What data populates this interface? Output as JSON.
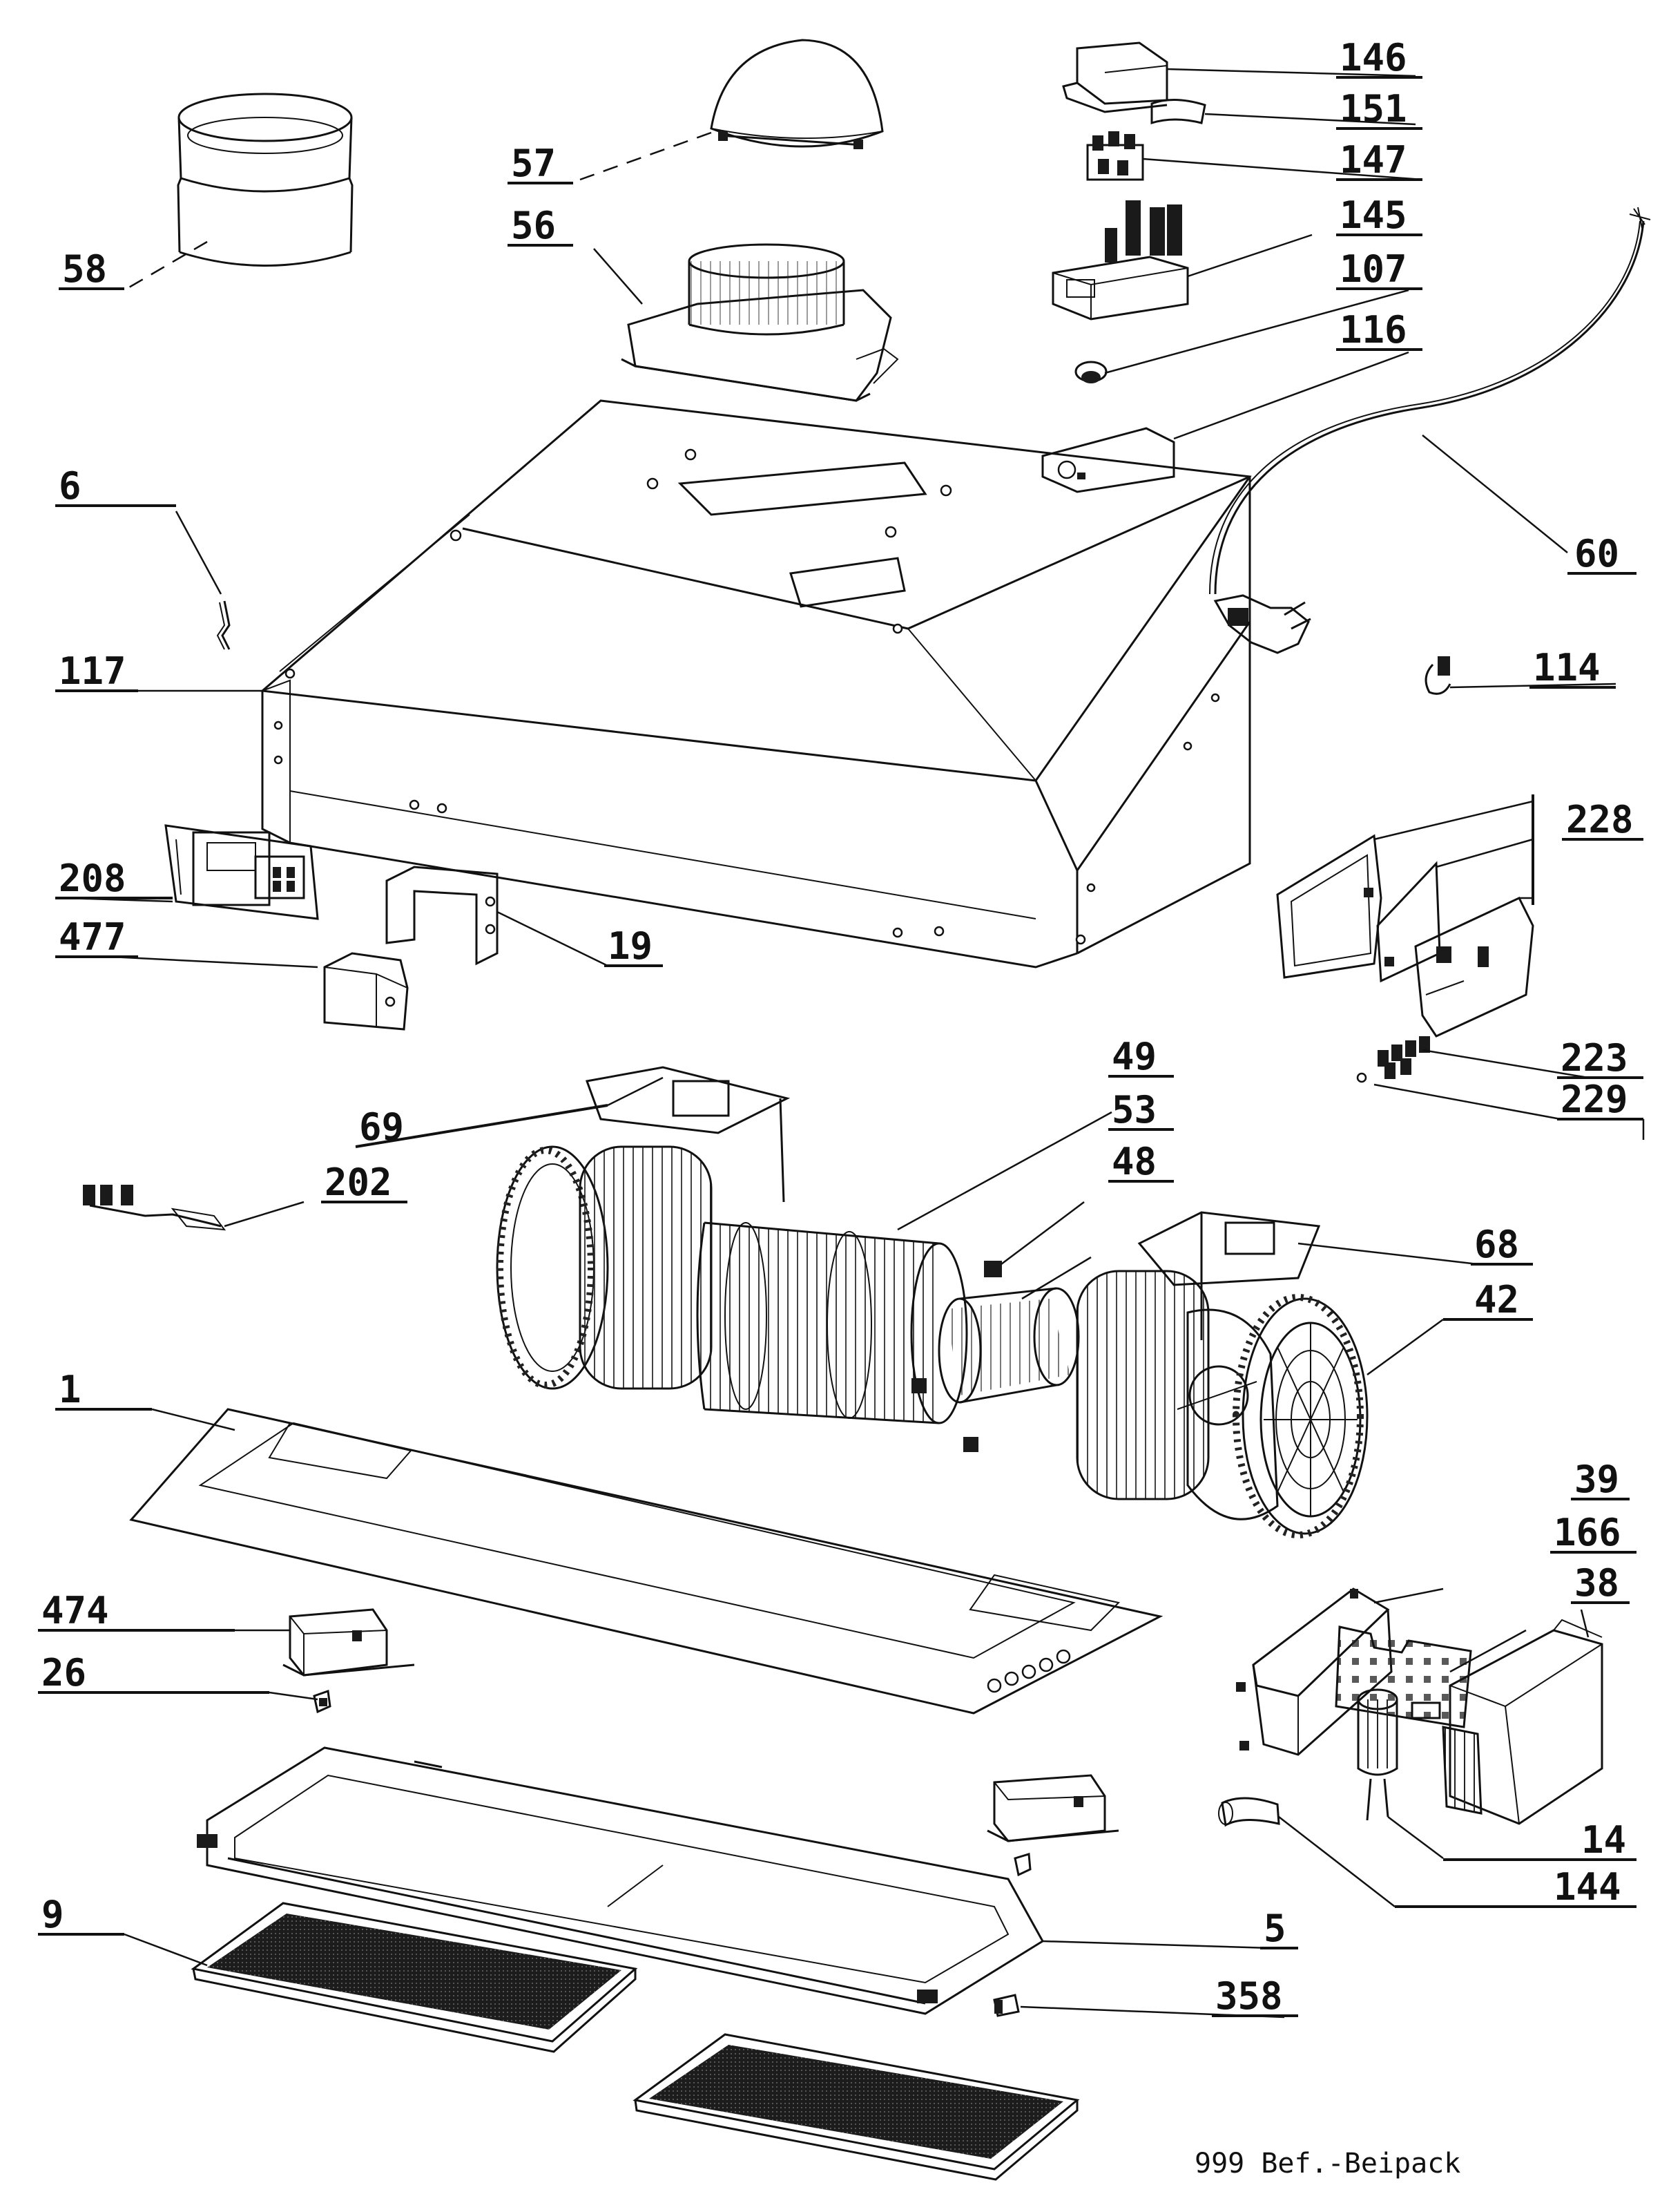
{
  "diagram": {
    "footer_note": "999 Bef.-Beipack",
    "parts": [
      {
        "id": "p146",
        "label": "146"
      },
      {
        "id": "p151",
        "label": "151"
      },
      {
        "id": "p147",
        "label": "147"
      },
      {
        "id": "p145",
        "label": "145"
      },
      {
        "id": "p107",
        "label": "107"
      },
      {
        "id": "p116",
        "label": "116"
      },
      {
        "id": "p57",
        "label": "57"
      },
      {
        "id": "p58",
        "label": "58"
      },
      {
        "id": "p56",
        "label": "56"
      },
      {
        "id": "p6",
        "label": "6"
      },
      {
        "id": "p60",
        "label": "60"
      },
      {
        "id": "p117",
        "label": "117"
      },
      {
        "id": "p114",
        "label": "114"
      },
      {
        "id": "p228",
        "label": "228"
      },
      {
        "id": "p208",
        "label": "208"
      },
      {
        "id": "p19",
        "label": "19"
      },
      {
        "id": "p477",
        "label": "477"
      },
      {
        "id": "p223",
        "label": "223"
      },
      {
        "id": "p229",
        "label": "229"
      },
      {
        "id": "p49",
        "label": "49"
      },
      {
        "id": "p69",
        "label": "69"
      },
      {
        "id": "p53",
        "label": "53"
      },
      {
        "id": "p48",
        "label": "48"
      },
      {
        "id": "p202",
        "label": "202"
      },
      {
        "id": "p68",
        "label": "68"
      },
      {
        "id": "p42",
        "label": "42"
      },
      {
        "id": "p1",
        "label": "1"
      },
      {
        "id": "p39",
        "label": "39"
      },
      {
        "id": "p166",
        "label": "166"
      },
      {
        "id": "p38",
        "label": "38"
      },
      {
        "id": "p474",
        "label": "474"
      },
      {
        "id": "p26",
        "label": "26"
      },
      {
        "id": "p14",
        "label": "14"
      },
      {
        "id": "p144",
        "label": "144"
      },
      {
        "id": "p9",
        "label": "9"
      },
      {
        "id": "p5",
        "label": "5"
      },
      {
        "id": "p358",
        "label": "358"
      }
    ]
  }
}
